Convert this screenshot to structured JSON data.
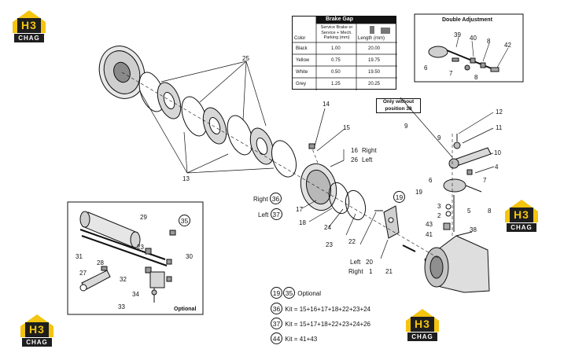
{
  "brake_gap_table": {
    "title": "Brake Gap",
    "col_color": "Color",
    "col_service": "Service Brake or Service + Mech. Parking (mm)",
    "col_length": "Length (mm)",
    "rows": [
      {
        "color": "Black",
        "service": "1.00",
        "length": "20.00"
      },
      {
        "color": "Yellow",
        "service": "0.75",
        "length": "19.75"
      },
      {
        "color": "White",
        "service": "0.50",
        "length": "19.50"
      },
      {
        "color": "Grey",
        "service": "1.25",
        "length": "20.25"
      }
    ]
  },
  "double_adjustment": {
    "title": "Double Adjustment",
    "labels": [
      "39",
      "40",
      "8",
      "42",
      "6",
      "7",
      "8"
    ]
  },
  "optional_inset": {
    "title": "Optional",
    "labels": [
      "29",
      "35",
      "30",
      "31",
      "28",
      "27",
      "32",
      "34",
      "33",
      "23"
    ]
  },
  "note": "Only without position 38",
  "callouts": [
    "25",
    "14",
    "15",
    "16",
    "Right",
    "26",
    "Left",
    "13",
    "9",
    "12",
    "11",
    "10",
    "4",
    "7",
    "8",
    "5",
    "3",
    "2",
    "43",
    "41",
    "38",
    "19",
    "22",
    "23",
    "21",
    "Left",
    "20",
    "Right",
    "1",
    "24",
    "18",
    "17",
    "6",
    "9"
  ],
  "side_labels": {
    "right": "Right",
    "right_circ": "36",
    "left": "Left",
    "left_circ": "37"
  },
  "legend": [
    {
      "circles": [
        "19",
        "35"
      ],
      "text": "Optional"
    },
    {
      "circles": [
        "36"
      ],
      "text": "Kit = 15+16+17+18+22+23+24"
    },
    {
      "circles": [
        "37"
      ],
      "text": "Kit = 15+17+18+22+23+24+26"
    },
    {
      "circles": [
        "44"
      ],
      "text": "Kit = 41+43"
    }
  ],
  "watermark": {
    "mark": "H3",
    "word": "CHAG",
    "colors": {
      "roof": "#f4c40f",
      "box": "#1e1e1e"
    }
  }
}
